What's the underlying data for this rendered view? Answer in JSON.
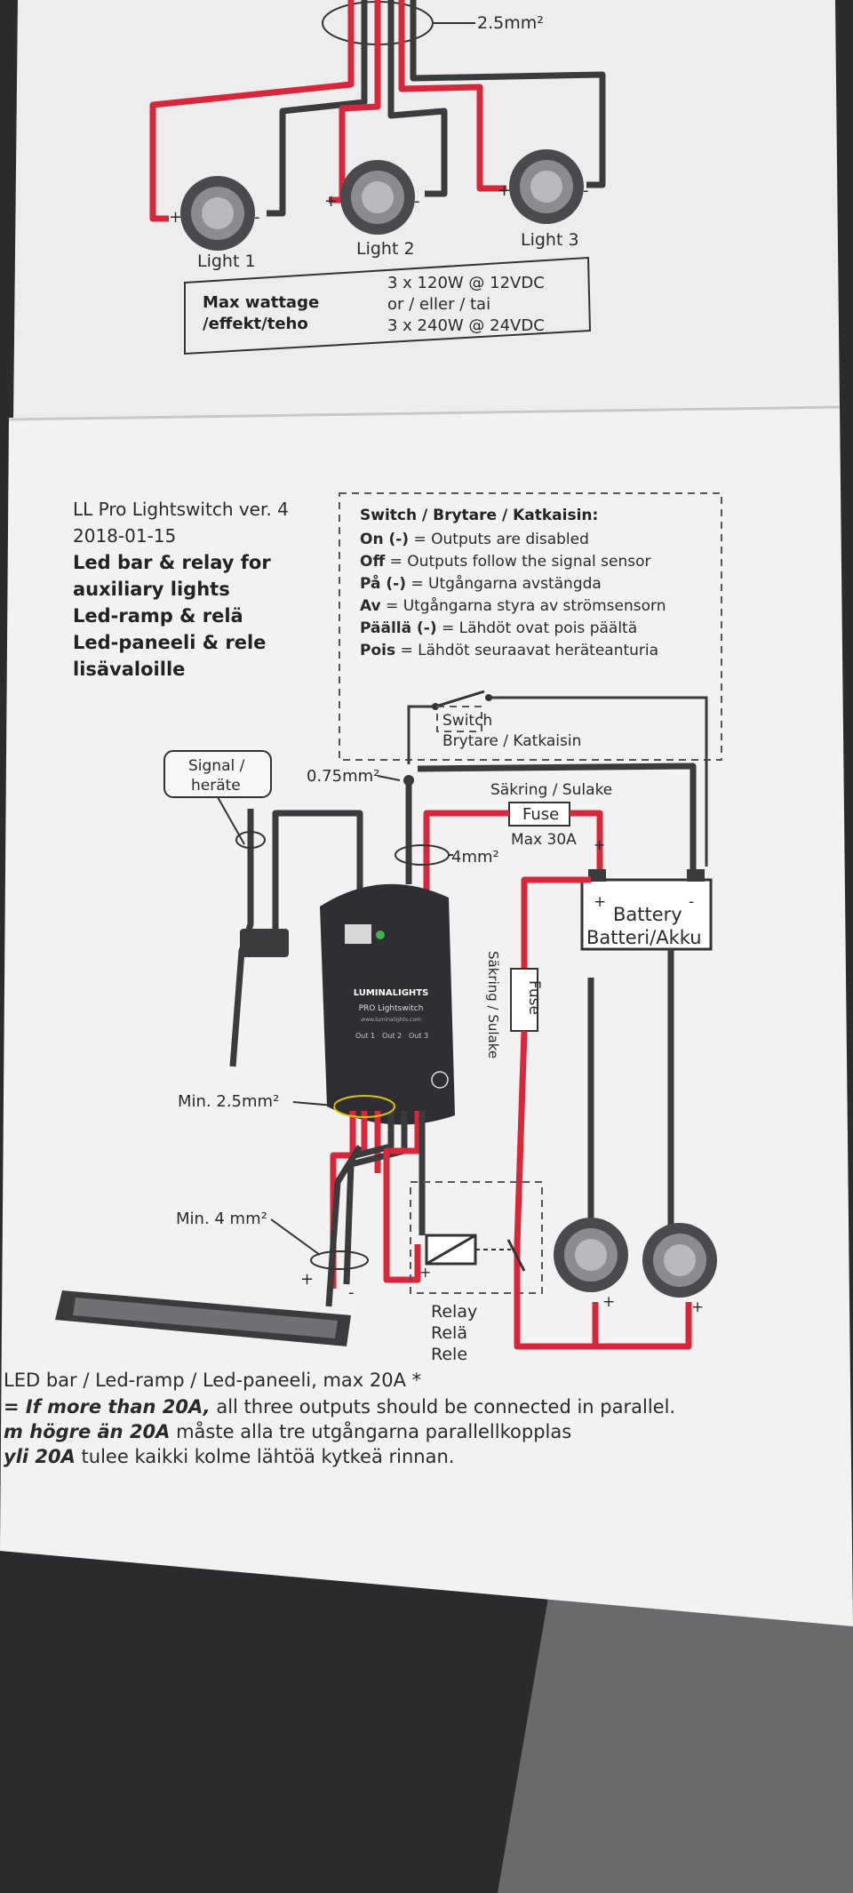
{
  "top_diagram": {
    "wire_size": "2.5mm²",
    "lights": [
      "Light 1",
      "Light 2",
      "Light 3"
    ],
    "plus": "+",
    "minus": "-",
    "max_wattage_label_1": "Max wattage",
    "max_wattage_label_2": "/effekt/teho",
    "max_line_1": "3 x 120W @ 12VDC",
    "max_line_2": "or / eller / tai",
    "max_line_3": "3 x 240W @ 24VDC"
  },
  "header": {
    "version": "LL Pro Lightswitch ver. 4",
    "date": "2018-01-15",
    "title_lines": [
      "Led bar & relay for",
      "auxiliary lights",
      "Led-ramp & relä",
      "Led-paneeli & rele",
      "lisävaloille"
    ]
  },
  "switch_box": {
    "heading": "Switch / Brytare / Katkaisin:",
    "lines": [
      {
        "key": "On (-)",
        "text": " = Outputs are disabled"
      },
      {
        "key": "Off",
        "text": " = Outputs follow the signal sensor"
      },
      {
        "key": "På (-)",
        "text": " = Utgångarna avstängda"
      },
      {
        "key": "Av",
        "text": " = Utgångarna styra av strömsensorn"
      },
      {
        "key": "Päällä (-)",
        "text": " = Lähdöt ovat pois päältä"
      },
      {
        "key": "Pois",
        "text": " = Lähdöt seuraavat heräteanturia"
      }
    ],
    "switch_label": "Switch",
    "switch_sub": "Brytare / Katkaisin"
  },
  "wiring": {
    "signal_1": "Signal /",
    "signal_2": "heräte",
    "wire_075": "0.75mm²",
    "fuse_top_label": "Säkring / Sulake",
    "fuse": "Fuse",
    "fuse_max": "Max 30A",
    "wire_4": "4mm²",
    "battery_1": "Battery",
    "battery_2": "Batteri/Akku",
    "fuse_vertical_side": "Säkring / Sulake",
    "fuse_vertical": "Fuse",
    "min_25": "Min. 2.5mm²",
    "min_4": "Min. 4 mm²",
    "relay_1": "Relay",
    "relay_2": "Relä",
    "relay_3": "Rele",
    "device_brand": "LUMINALIGHTS",
    "device_model": "PRO Lightswitch",
    "device_url": "www.luminalights.com",
    "outputs": [
      "Out 1",
      "Out 2",
      "Out 3"
    ]
  },
  "footer": {
    "ledbar": "LED bar / Led-ramp / Led-paneeli, max 20A *",
    "note_1_bold": "= If more than 20A,",
    "note_1_rest": " all three outputs should be connected in parallel.",
    "note_2_bold": "m högre än 20A",
    "note_2_rest": " måste alla tre utgångarna parallellkopplas",
    "note_3_bold": "yli 20A",
    "note_3_rest": " tulee kaikki kolme lähtöä kytkeä rinnan."
  }
}
